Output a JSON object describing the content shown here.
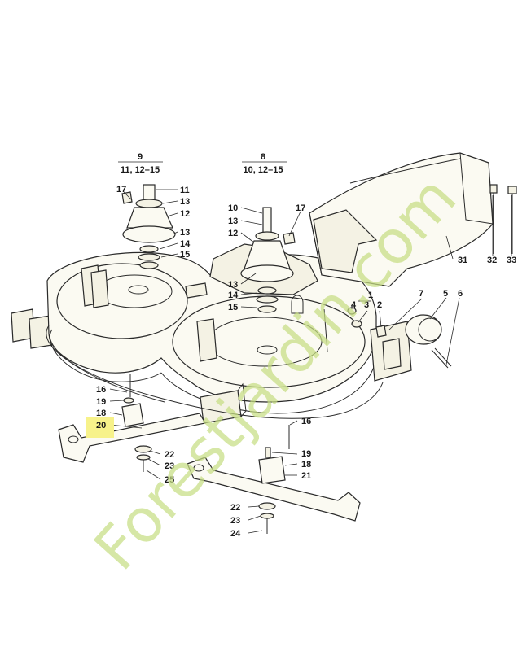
{
  "groups": [
    {
      "top": "9",
      "bottom": "11, 12–15"
    },
    {
      "top": "8",
      "bottom": "10, 12–15"
    }
  ],
  "labels": [
    "17",
    "11",
    "13",
    "12",
    "13",
    "14",
    "15",
    "10",
    "13",
    "17",
    "12",
    "13",
    "14",
    "15",
    "1",
    "7",
    "5",
    "6",
    "4",
    "3",
    "2",
    "31",
    "32",
    "33",
    "16",
    "19",
    "18",
    "20",
    "22",
    "23",
    "25",
    "16",
    "19",
    "18",
    "21",
    "22",
    "23",
    "24"
  ],
  "highlight": {
    "label": "20",
    "color": "#f7f28a"
  },
  "watermark": {
    "text": "Forestjardin.com",
    "color": "#c7de84"
  }
}
